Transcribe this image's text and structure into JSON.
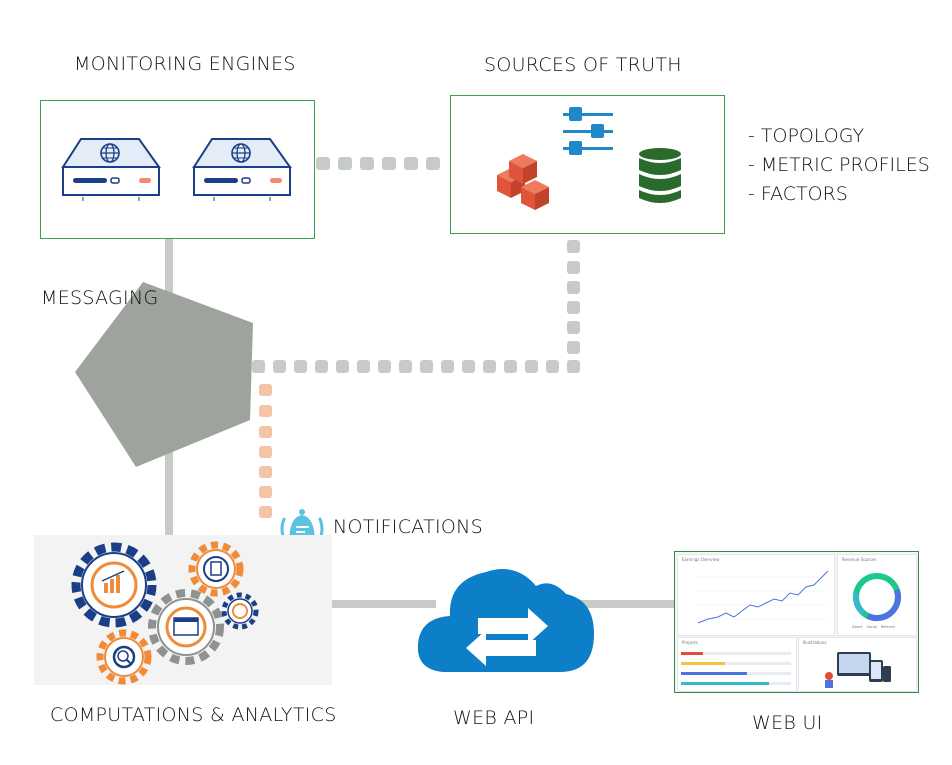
{
  "nodes": {
    "monitoring": {
      "label": "MONITORING ENGINES"
    },
    "truth": {
      "label": "SOURCES OF TRUTH",
      "items": [
        "- TOPOLOGY",
        "- METRIC PROFILES",
        "- FACTORS"
      ]
    },
    "messaging": {
      "label": "MESSAGING"
    },
    "notifications": {
      "label": "NOTIFICATIONS"
    },
    "analytics": {
      "label": "COMPUTATIONS & ANALYTICS"
    },
    "webapi": {
      "label": "WEB API"
    },
    "webui": {
      "label": "WEB UI",
      "panels": {
        "earnings": "Earnings Overview",
        "revenue": "Revenue Sources",
        "projects": "Projects",
        "illustrations": "Illustrations"
      },
      "legend": [
        "Direct",
        "Social",
        "Referral"
      ]
    }
  },
  "colors": {
    "box_border": "#3aa24a",
    "connector_gray": "#c7cbc7",
    "connector_orange": "#f3c4a6",
    "messaging_shape": "#9ea39d",
    "cloud": "#0d7fc8",
    "database": "#2a6a2d",
    "cubes": "#e0553a",
    "sliders": "#1e88c9",
    "bell": "#5bc3e0"
  },
  "icons": [
    "server-icon",
    "globe-icon",
    "sliders-icon",
    "cubes-icon",
    "database-icon",
    "bell-icon",
    "gear-icon",
    "cloud-icon",
    "swap-arrows-icon"
  ]
}
